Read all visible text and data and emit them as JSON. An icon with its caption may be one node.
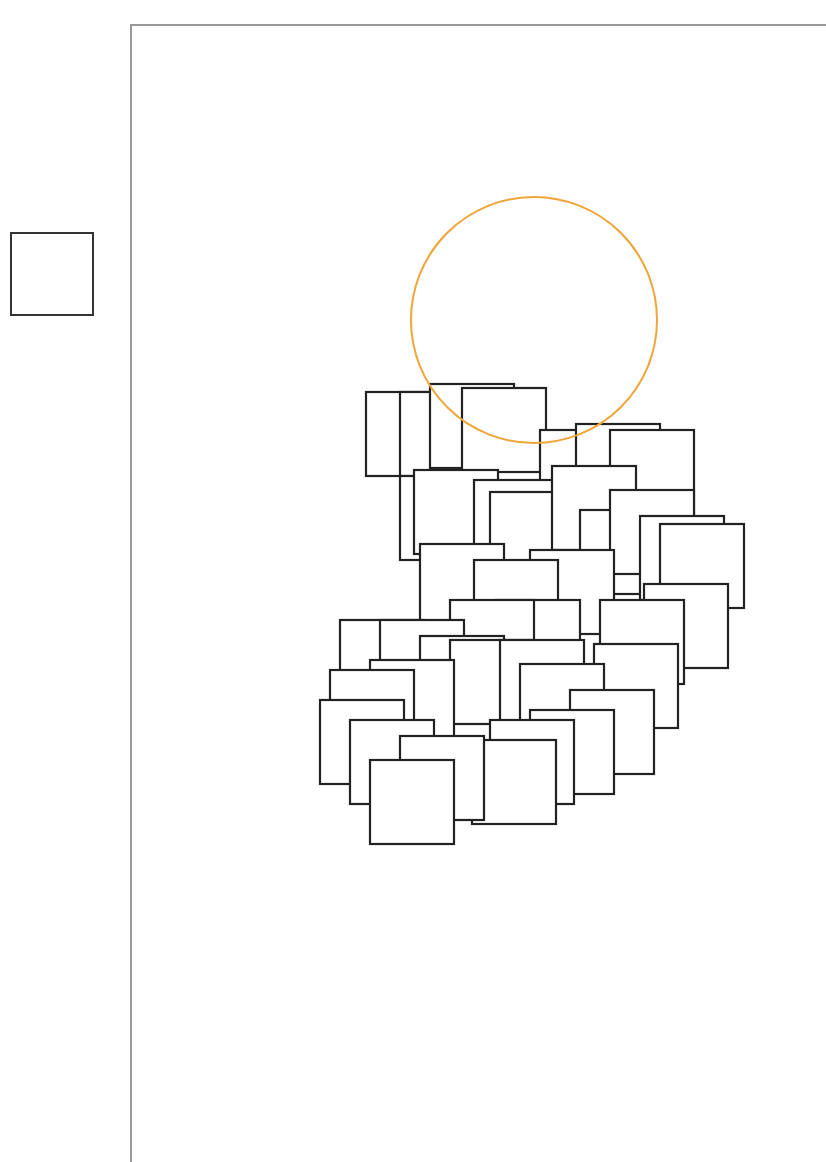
{
  "diagram": {
    "nodes": [
      {
        "text": [],
        "shape": "box"
      },
      {
        "text": [],
        "shape": "box"
      },
      {
        "text": [],
        "shape": "circle",
        "in": 1
      }
    ]
  }
}
